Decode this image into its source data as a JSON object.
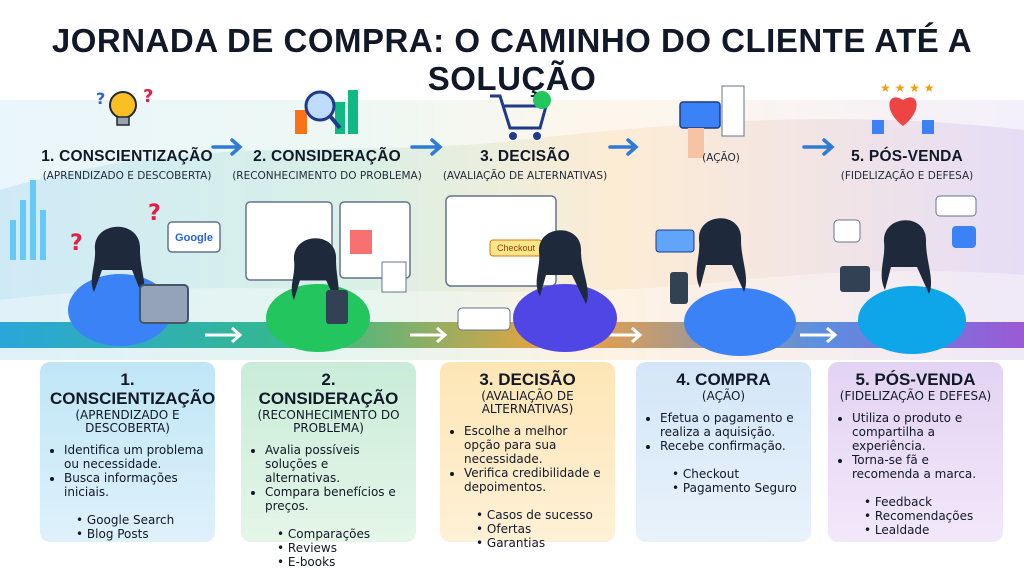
{
  "title": "JORNADA DE COMPRA: O CAMINHO DO CLIENTE ATÉ A SOLUÇÃO",
  "stages": [
    {
      "title": "1. CONSCIENTIZAÇÃO",
      "subtitle": "(APRENDIZADO E DESCOBERTA)"
    },
    {
      "title": "2. CONSIDERAÇÃO",
      "subtitle": "(RECONHECIMENTO DO PROBLEMA)"
    },
    {
      "title": "3. DECISÃO",
      "subtitle": "(AVALIAÇÃO DE ALTERNATIVAS)"
    },
    {
      "title": "",
      "subtitle": "(AÇÃO)"
    },
    {
      "title": "5. PÓS-VENDA",
      "subtitle": "(FIDELIZAÇÃO E DEFESA)"
    }
  ],
  "scene": {
    "google_label": "Google",
    "checkout_label": "Checkout"
  },
  "cards": [
    {
      "title": "1. CONSCIENTIZAÇÃO",
      "subtitle": "(APRENDIZADO E DESCOBERTA)",
      "points": [
        "Identifica um problema ou necessidade.",
        "Busca informações iniciais."
      ],
      "examples": [
        "Google Search",
        "Blog Posts"
      ]
    },
    {
      "title": "2. CONSIDERAÇÃO",
      "subtitle": "(RECONHECIMENTO DO PROBLEMA)",
      "points": [
        "Avalia possíveis soluções e alternativas.",
        "Compara benefícios e preços."
      ],
      "examples": [
        "Comparações",
        "Reviews",
        "E-books"
      ]
    },
    {
      "title": "3. DECISÃO",
      "subtitle": "(AVALIAÇÃO DE ALTERNATIVAS)",
      "points": [
        "Escolhe a melhor opção para sua necessidade.",
        "Verifica credibilidade e depoimentos."
      ],
      "examples": [
        "Casos de sucesso",
        "Ofertas",
        "Garantias"
      ]
    },
    {
      "title": "4. COMPRA",
      "subtitle": "(AÇÃO)",
      "points": [
        "Efetua o pagamento e realiza a aquisição.",
        "Recebe confirmação."
      ],
      "examples": [
        "Checkout",
        "Pagamento Seguro"
      ]
    },
    {
      "title": "5. PÓS-VENDA",
      "subtitle": "(FIDELIZAÇÃO E DEFESA)",
      "points": [
        "Utiliza o produto e compartilha a experiência.",
        "Torna-se fã e recomenda a marca."
      ],
      "examples": [
        "Feedback",
        "Recomendações",
        "Lealdade"
      ]
    }
  ]
}
